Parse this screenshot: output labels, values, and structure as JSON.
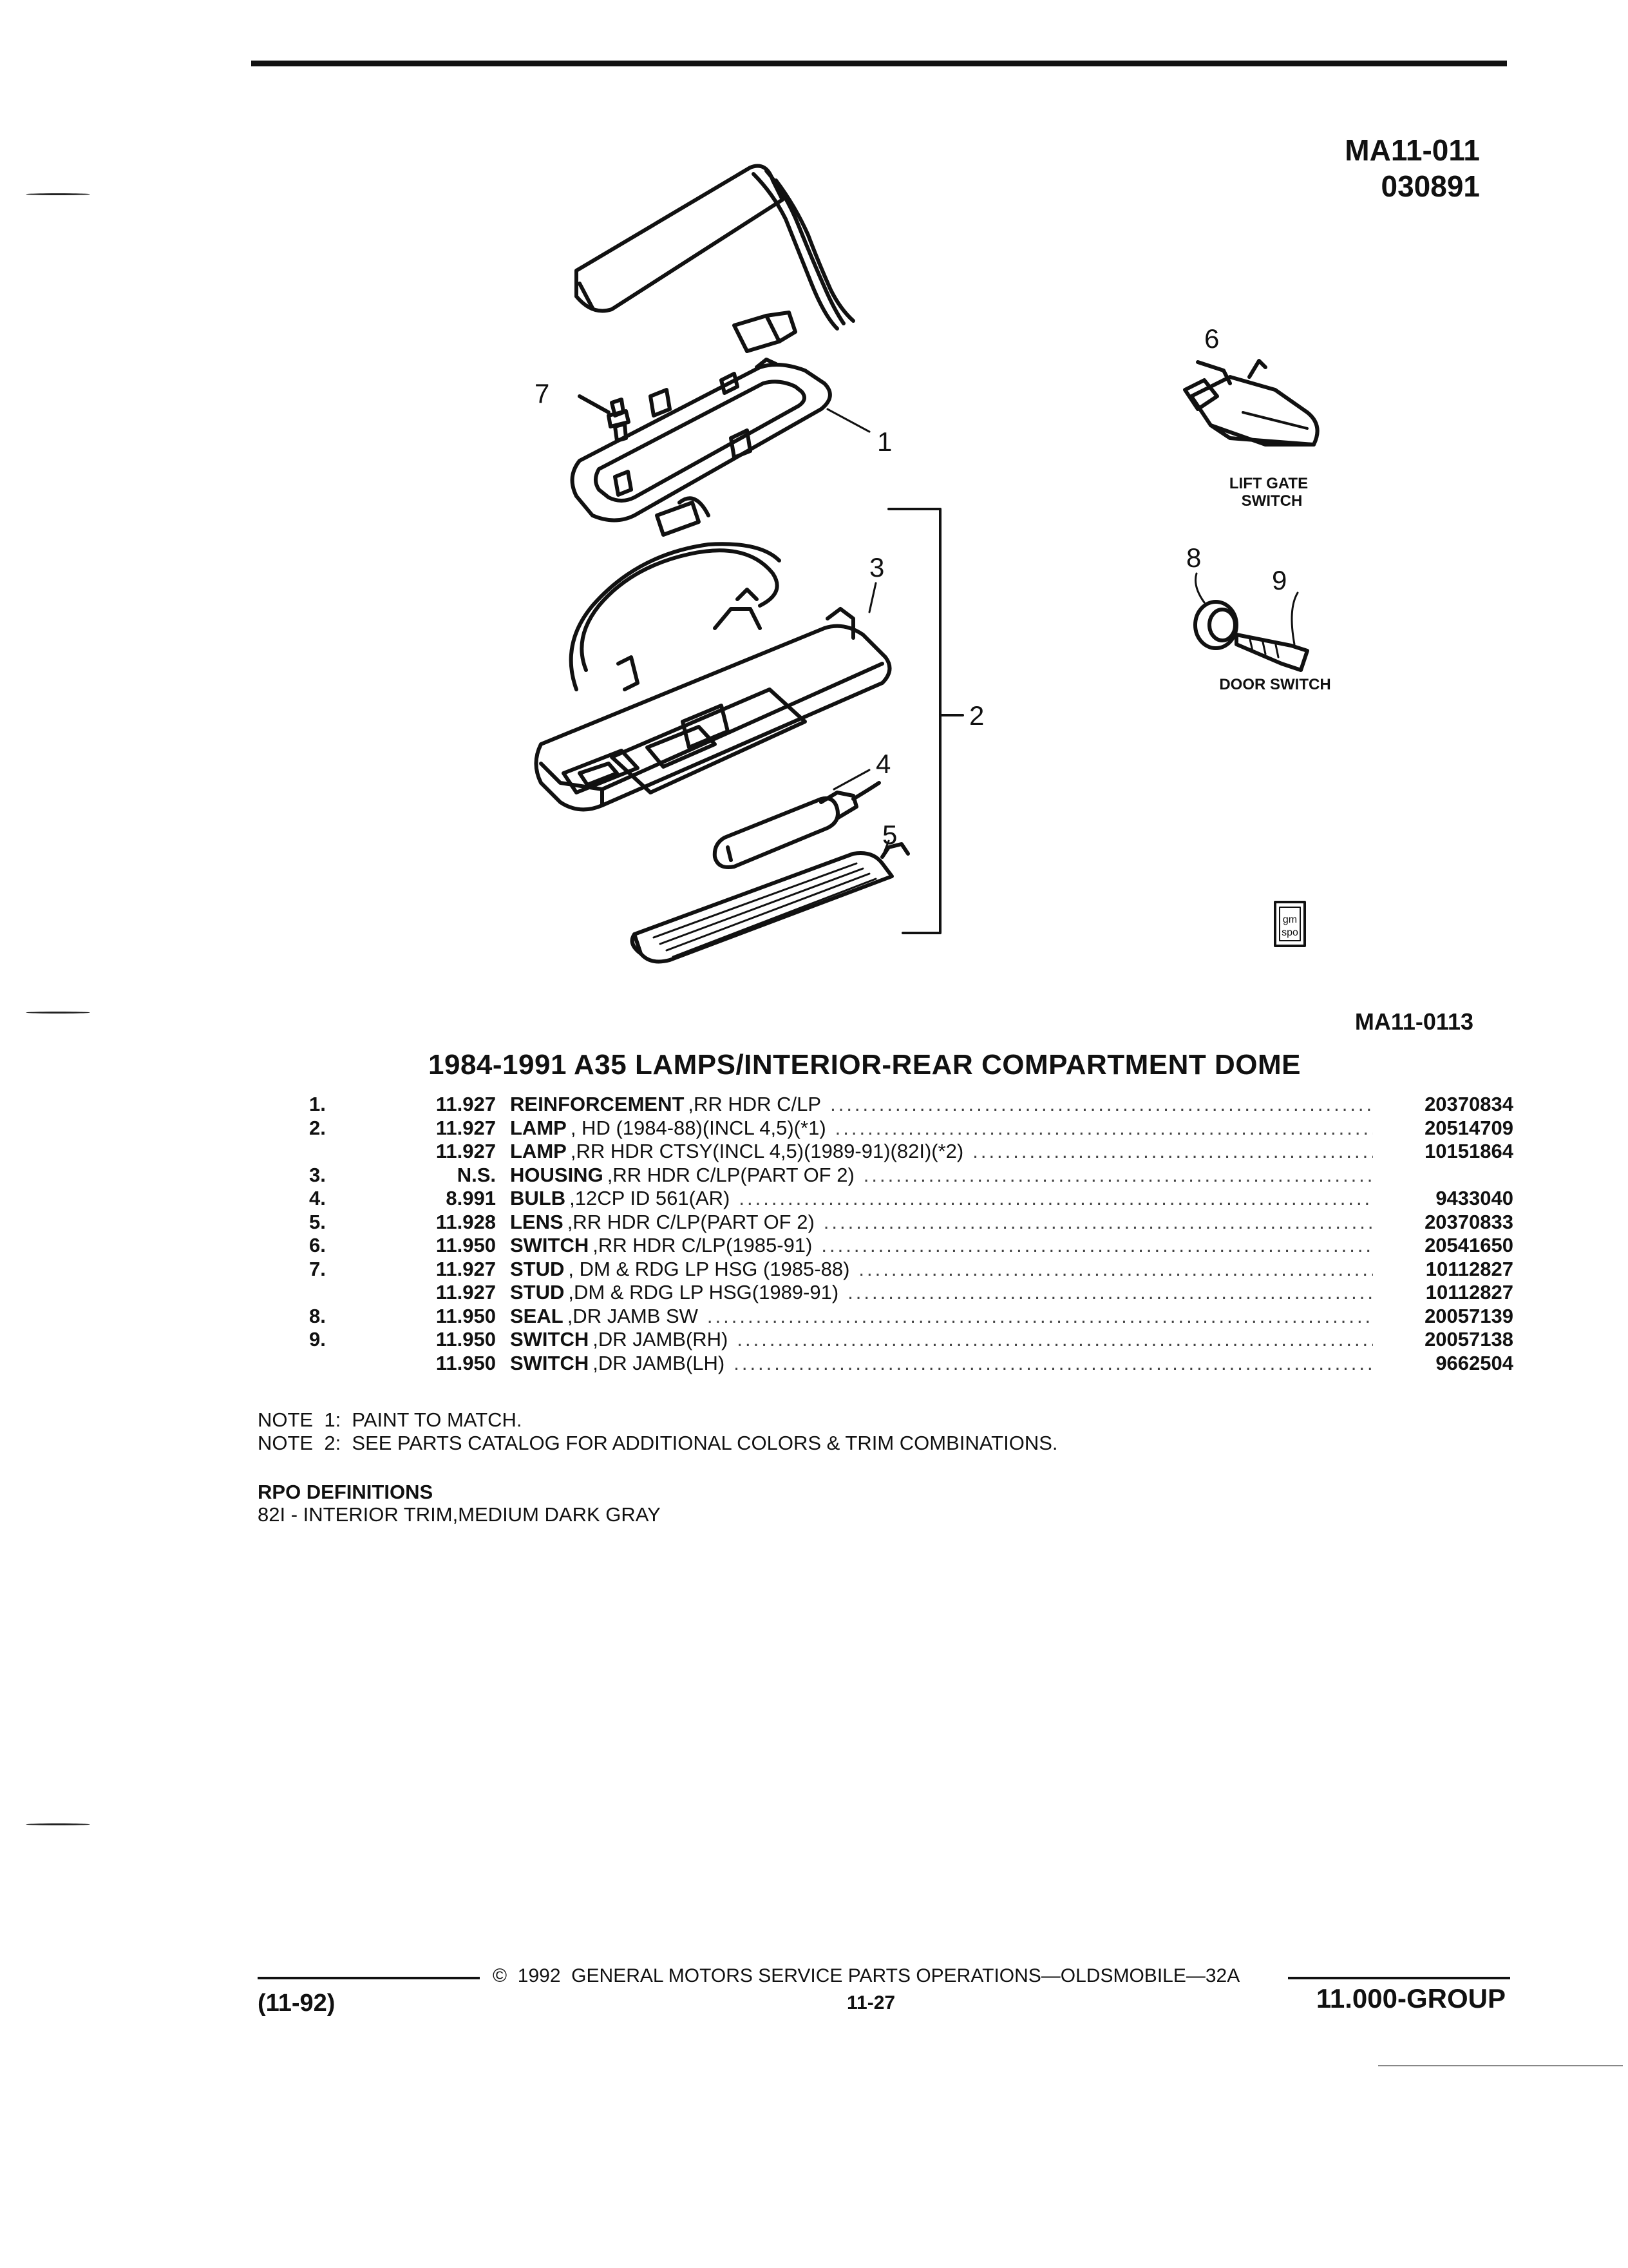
{
  "header": {
    "doc_code": "MA11-011",
    "doc_date": "030891"
  },
  "figure": {
    "code": "MA11-0113",
    "callouts": [
      "1",
      "2",
      "3",
      "4",
      "5",
      "6",
      "7",
      "8",
      "9"
    ],
    "lift_gate_label_1": "LIFT GATE",
    "lift_gate_label_2": "SWITCH",
    "door_switch_label": "DOOR SWITCH",
    "logo_text_1": "gm",
    "logo_text_2": "spo"
  },
  "title": "1984-1991 A35 LAMPS/INTERIOR-REAR COMPARTMENT DOME",
  "parts": [
    {
      "item": "1.",
      "group": "11.927",
      "name": "REINFORCEMENT",
      "desc": ",RR HDR C/LP",
      "part": "20370834"
    },
    {
      "item": "2.",
      "group": "11.927",
      "name": "LAMP",
      "desc": ", HD (1984-88)(INCL 4,5)(*1)",
      "part": "20514709"
    },
    {
      "item": "",
      "group": "11.927",
      "name": "LAMP",
      "desc": ",RR HDR CTSY(INCL 4,5)(1989-91)(82I)(*2)",
      "part": "10151864"
    },
    {
      "item": "3.",
      "group": "N.S.",
      "name": "HOUSING",
      "desc": ",RR HDR C/LP(PART OF 2)",
      "part": ""
    },
    {
      "item": "4.",
      "group": "8.991",
      "name": "BULB",
      "desc": ",12CP ID 561(AR)",
      "part": "9433040"
    },
    {
      "item": "5.",
      "group": "11.928",
      "name": "LENS",
      "desc": ",RR HDR C/LP(PART OF 2)",
      "part": "20370833"
    },
    {
      "item": "6.",
      "group": "11.950",
      "name": "SWITCH",
      "desc": ",RR HDR C/LP(1985-91)",
      "part": "20541650"
    },
    {
      "item": "7.",
      "group": "11.927",
      "name": "STUD",
      "desc": ", DM & RDG LP HSG (1985-88)",
      "part": "10112827"
    },
    {
      "item": "",
      "group": "11.927",
      "name": "STUD",
      "desc": ",DM & RDG LP HSG(1989-91)",
      "part": "10112827"
    },
    {
      "item": "8.",
      "group": "11.950",
      "name": "SEAL",
      "desc": ",DR JAMB SW",
      "part": "20057139"
    },
    {
      "item": "9.",
      "group": "11.950",
      "name": "SWITCH",
      "desc": ",DR JAMB(RH)",
      "part": "20057138"
    },
    {
      "item": "",
      "group": "11.950",
      "name": "SWITCH",
      "desc": ",DR JAMB(LH)",
      "part": "9662504"
    }
  ],
  "notes": [
    "NOTE  1:  PAINT TO MATCH.",
    "NOTE  2:  SEE PARTS CATALOG FOR ADDITIONAL COLORS & TRIM COMBINATIONS."
  ],
  "rpo": {
    "heading": "RPO DEFINITIONS",
    "definition": "82I - INTERIOR TRIM,MEDIUM DARK GRAY"
  },
  "footer": {
    "copyright": "©  1992  GENERAL MOTORS SERVICE PARTS OPERATIONS—OLDSMOBILE—32A",
    "page": "11-27",
    "revision": "(11-92)",
    "group": "11.000-GROUP"
  }
}
